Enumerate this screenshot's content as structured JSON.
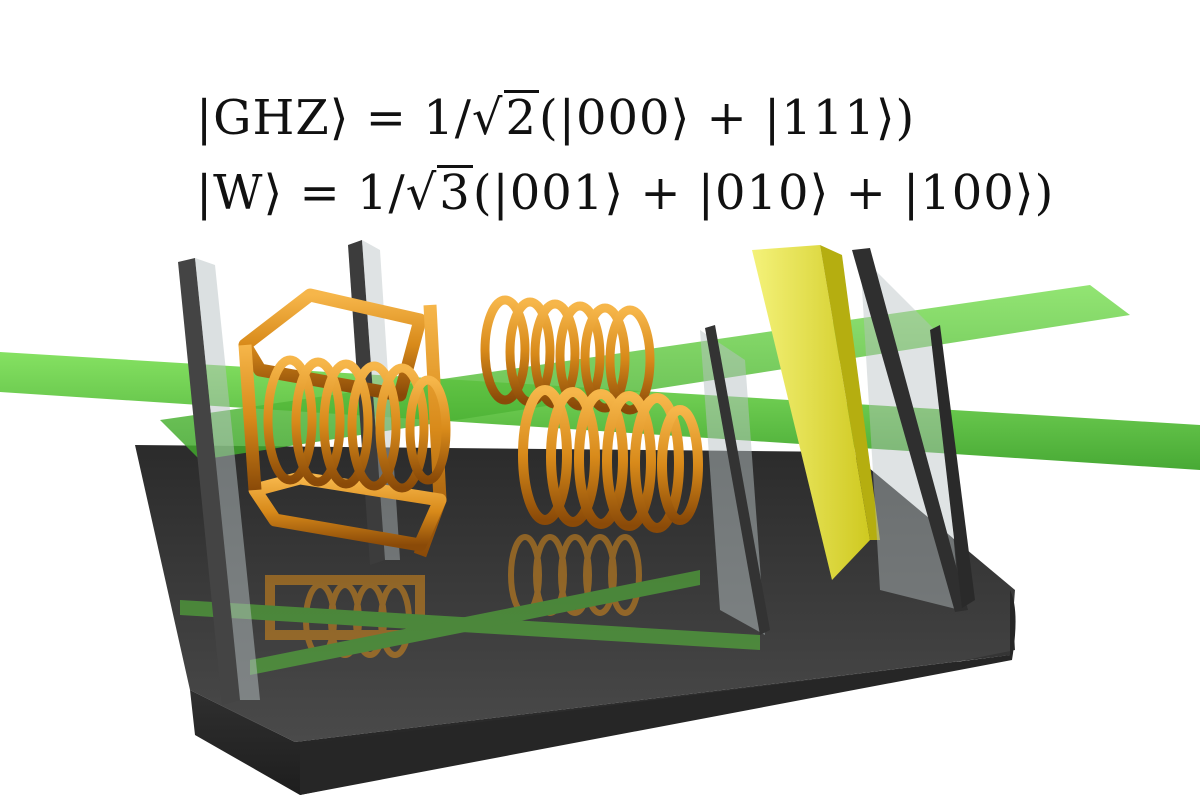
{
  "equations": {
    "ghz": {
      "lhs": "|GHZ⟩",
      "eq": " = 1/",
      "root": "√",
      "radicand": "2",
      "rhs": "(|000⟩ + |111⟩)"
    },
    "w": {
      "lhs": "|W⟩",
      "eq": " = 1/",
      "root": "√",
      "radicand": "3",
      "rhs": "(|001⟩ + |010⟩ + |100⟩)"
    }
  },
  "colors": {
    "base": "#3a3a3a",
    "beam": "#58c43a",
    "coil": "#d88a1a",
    "mirror": "#e8e640",
    "plate": "#b8c2c4"
  }
}
